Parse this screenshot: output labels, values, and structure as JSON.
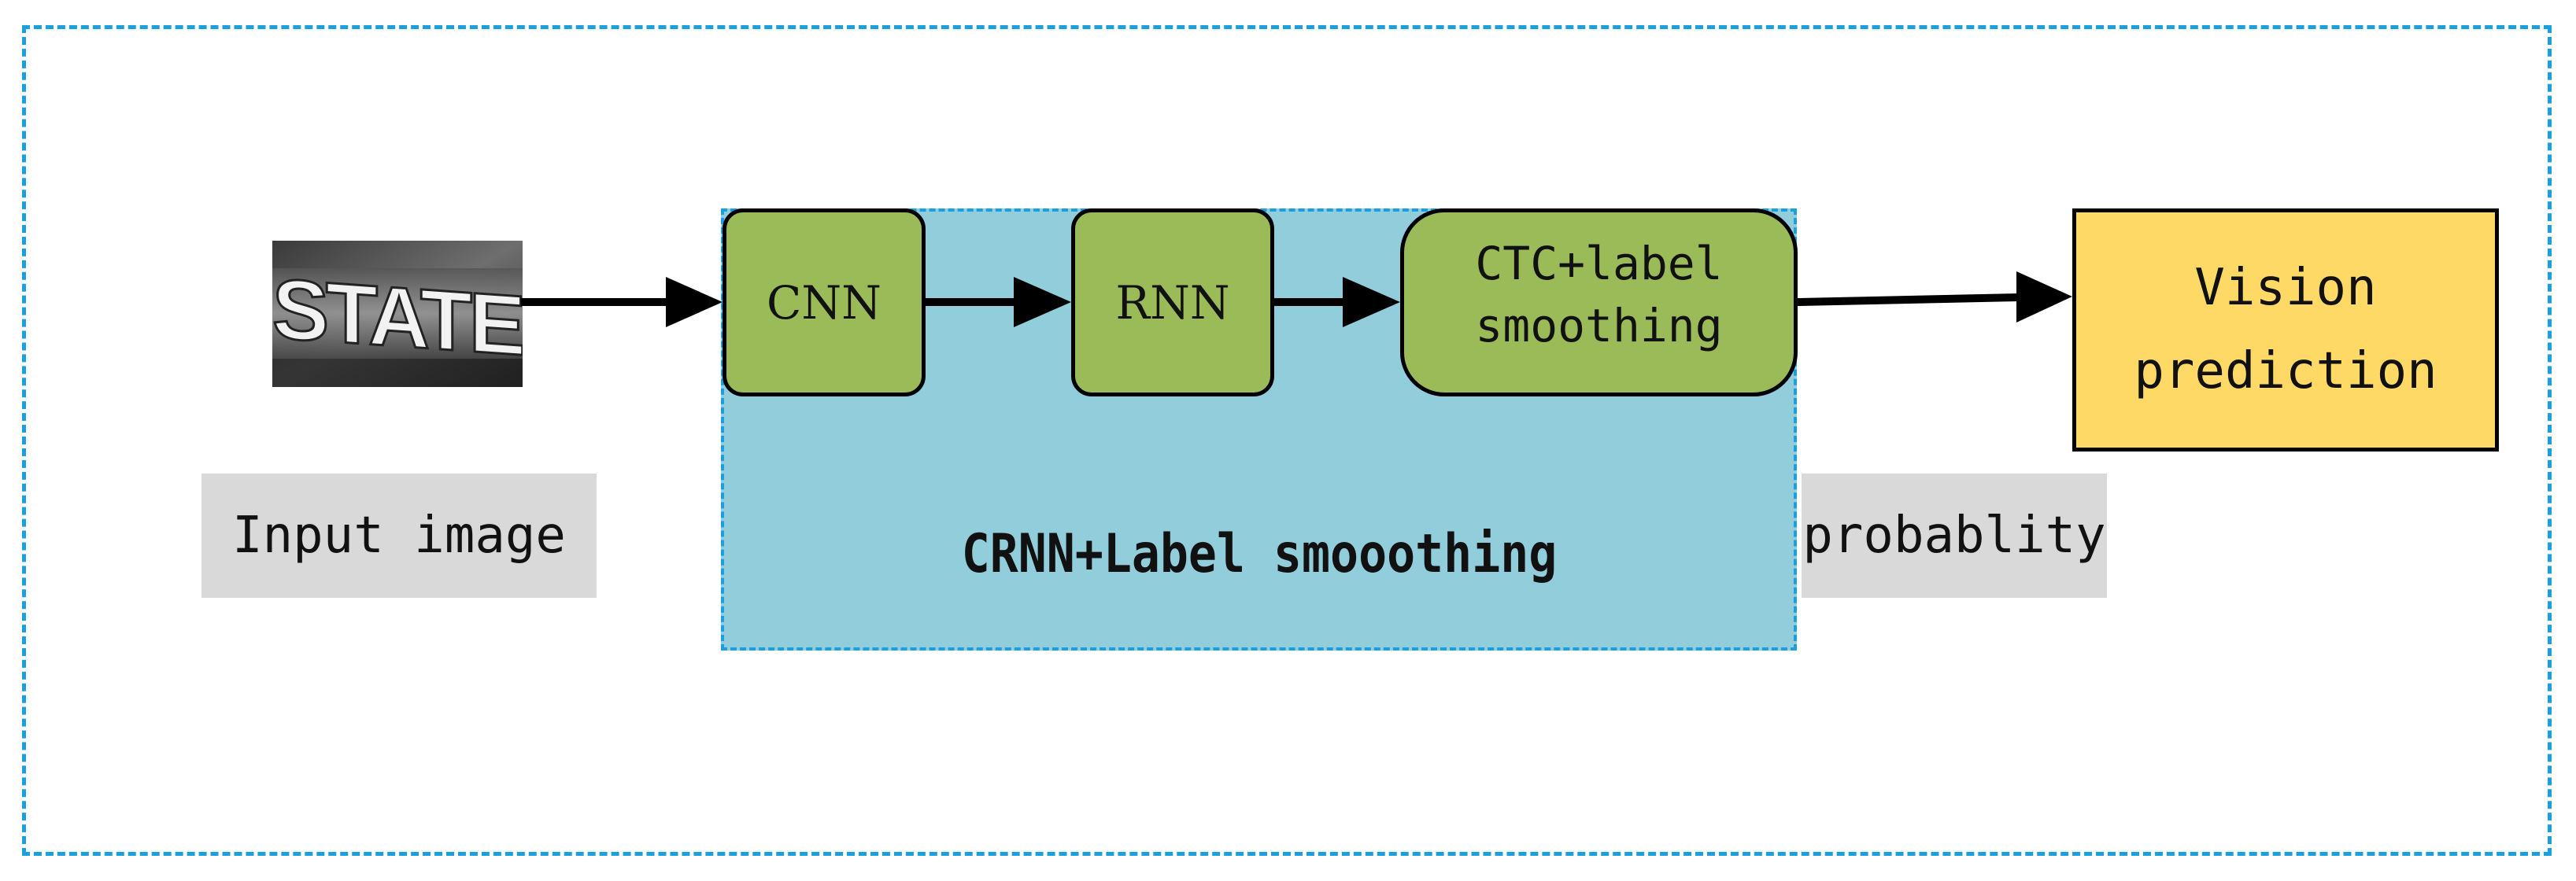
{
  "diagram": {
    "input_label": "Input image",
    "input_image_text": "STATE",
    "region_title": "CRNN+Label smooothing",
    "blocks": {
      "cnn": "CNN",
      "rnn": "RNN",
      "ctc_line1": "CTC+label",
      "ctc_line2": "smoothing"
    },
    "output": {
      "line1": "Vision",
      "line2": "prediction"
    },
    "probability_label": "probablity"
  },
  "colors": {
    "frame_border": "#1aa0e0",
    "region_fill": "#92cddc",
    "block_fill": "#9bbb59",
    "output_fill": "#ffd966",
    "label_fill": "#d9d9d9"
  }
}
